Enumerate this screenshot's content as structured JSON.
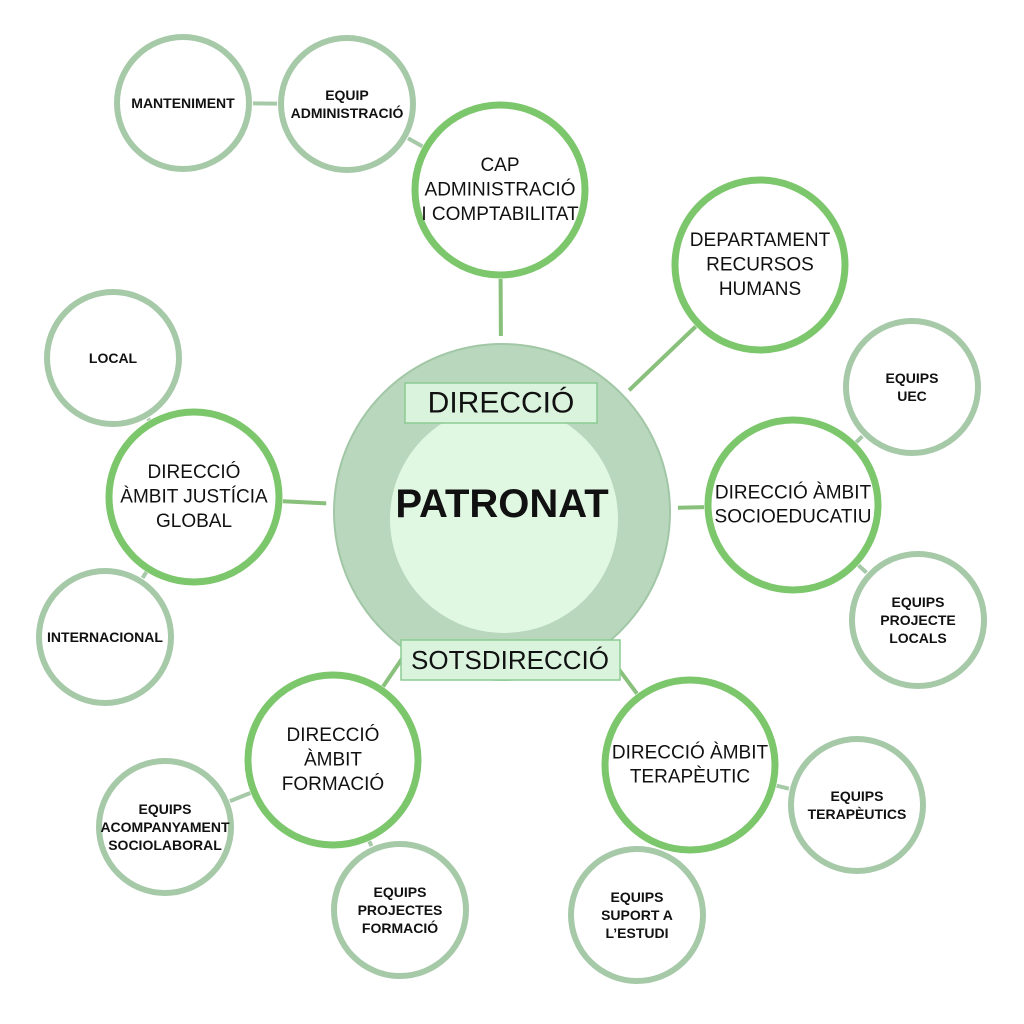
{
  "colors": {
    "main_ring": "#7cc66b",
    "sub_ring": "#a6c9a8",
    "connector": "#89c17c",
    "outer_disc": "#b9d7bd",
    "outer_disc_stroke": "#a2c7a6",
    "inner_disc": "#e0f8e2",
    "label_box_fill": "#d9f3dd",
    "label_box_stroke": "#8ccb93",
    "text": "#111111"
  },
  "center": {
    "title": "PATRONAT",
    "top_label": "DIRECCIÓ",
    "bottom_label": "SOTSDIRECCIÓ"
  },
  "nodes": [
    {
      "id": "cap-admin",
      "role": "main",
      "lines": [
        "CAP",
        "ADMINISTRACIÓ",
        "I COMPTABILITAT"
      ]
    },
    {
      "id": "equip-admin",
      "role": "sub",
      "lines": [
        "EQUIP",
        "ADMINISTRACIÓ"
      ]
    },
    {
      "id": "manteniment",
      "role": "sub",
      "lines": [
        "MANTENIMENT"
      ]
    },
    {
      "id": "rrhh",
      "role": "main",
      "lines": [
        "DEPARTAMENT",
        "RECURSOS",
        "HUMANS"
      ]
    },
    {
      "id": "socioeducatiu",
      "role": "main",
      "lines": [
        "DIRECCIÓ ÀMBIT",
        "SOCIOEDUCATIU"
      ]
    },
    {
      "id": "equips-uec",
      "role": "sub",
      "lines": [
        "EQUIPS",
        "UEC"
      ]
    },
    {
      "id": "equips-projecte-locals",
      "role": "sub",
      "lines": [
        "EQUIPS",
        "PROJECTE",
        "LOCALS"
      ]
    },
    {
      "id": "terapeutic",
      "role": "main",
      "lines": [
        "DIRECCIÓ ÀMBIT",
        "TERAPÈUTIC"
      ]
    },
    {
      "id": "equips-terapeutics",
      "role": "sub",
      "lines": [
        "EQUIPS",
        "TERAPÈUTICS"
      ]
    },
    {
      "id": "equips-suport",
      "role": "sub",
      "lines": [
        "EQUIPS",
        "SUPORT A",
        "L’ESTUDI"
      ]
    },
    {
      "id": "formacio",
      "role": "main",
      "lines": [
        "DIRECCIÓ",
        "ÀMBIT",
        "FORMACIÓ"
      ]
    },
    {
      "id": "equips-acompanyament",
      "role": "sub",
      "lines": [
        "EQUIPS",
        "ACOMPANYAMENT",
        "SOCIOLABORAL"
      ]
    },
    {
      "id": "equips-projectes-formacio",
      "role": "sub",
      "lines": [
        "EQUIPS",
        "PROJECTES",
        "FORMACIÓ"
      ]
    },
    {
      "id": "justicia",
      "role": "main",
      "lines": [
        "DIRECCIÓ",
        "ÀMBIT JUSTÍCIA",
        "GLOBAL"
      ]
    },
    {
      "id": "local",
      "role": "sub",
      "lines": [
        "LOCAL"
      ]
    },
    {
      "id": "internacional",
      "role": "sub",
      "lines": [
        "INTERNACIONAL"
      ]
    }
  ],
  "links": [
    [
      "center",
      "cap-admin"
    ],
    [
      "cap-admin",
      "equip-admin"
    ],
    [
      "equip-admin",
      "manteniment"
    ],
    [
      "center",
      "rrhh"
    ],
    [
      "center",
      "socioeducatiu"
    ],
    [
      "socioeducatiu",
      "equips-uec"
    ],
    [
      "socioeducatiu",
      "equips-projecte-locals"
    ],
    [
      "center",
      "terapeutic"
    ],
    [
      "terapeutic",
      "equips-terapeutics"
    ],
    [
      "terapeutic",
      "equips-suport"
    ],
    [
      "center",
      "formacio"
    ],
    [
      "formacio",
      "equips-acompanyament"
    ],
    [
      "formacio",
      "equips-projectes-formacio"
    ],
    [
      "center",
      "justicia"
    ],
    [
      "justicia",
      "local"
    ],
    [
      "justicia",
      "internacional"
    ]
  ]
}
